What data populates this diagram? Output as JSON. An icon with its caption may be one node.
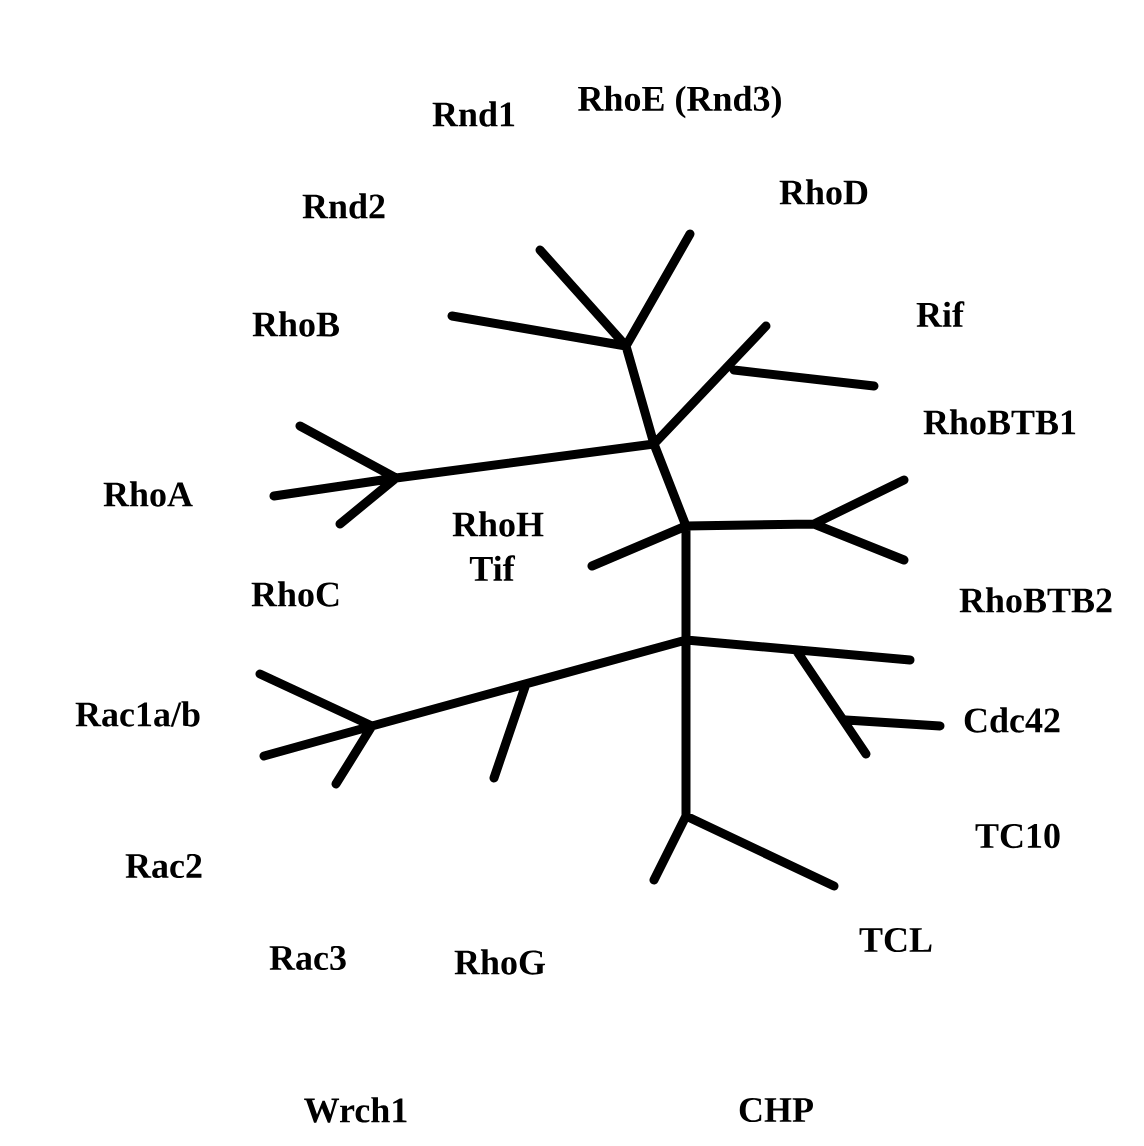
{
  "diagram": {
    "labels": [
      "RhoE (Rnd3)",
      "Rnd1",
      "Rnd2",
      "RhoD",
      "Rif",
      "RhoB",
      "RhoBTB1",
      "RhoA",
      "RhoH",
      "Tif",
      "RhoC",
      "RhoBTB2",
      "Rac1a/b",
      "Cdc42",
      "TC10",
      "Rac2",
      "TCL",
      "Rac3",
      "RhoG",
      "Wrch1",
      "CHP"
    ]
  }
}
